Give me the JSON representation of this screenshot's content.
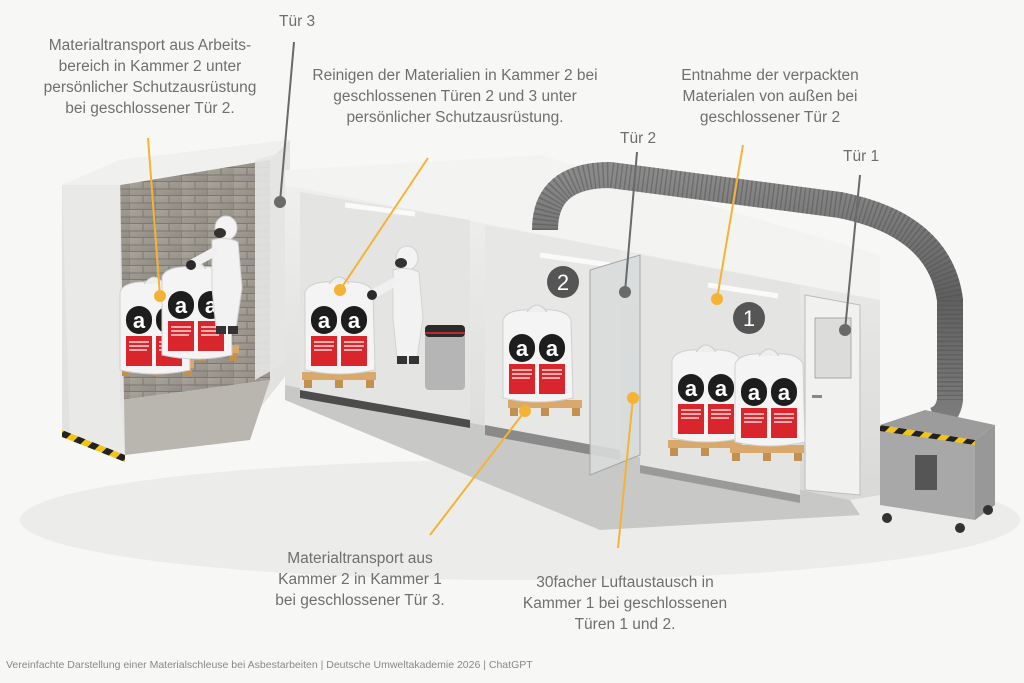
{
  "labels": {
    "top_left": "Materialtransport aus Arbeits-\nbereich in Kammer 2 unter\npersönlicher Schutzausrüstung\nbei geschlossener Tür 2.",
    "top_center": "Reinigen der Materialien in Kammer 2 bei\ngeschlossenen Türen 2 und 3 unter\npersönlicher Schutzausrüstung.",
    "top_right": "Entnahme der verpackten\nMaterialen von außen bei\ngeschlossener Tür 2",
    "bottom_left": "Materialtransport aus\nKammer 2 in Kammer 1\nbei geschlossener Tür 3.",
    "bottom_right": "30facher Luftaustausch in\nKammer 1 bei geschlossenen\nTüren 1 und 2."
  },
  "doors": {
    "door3": "Tür 3",
    "door2": "Tür 2",
    "door1": "Tür 1"
  },
  "chambers": {
    "chamber2_number": "2",
    "chamber1_number": "1"
  },
  "bag_label": "a",
  "footer": "Vereinfachte Darstellung einer Materialschleuse bei Asbestarbeiten | Deutsche Umweltakademie 2026 | ChatGPT",
  "colors": {
    "callout_yellow": "#f5b335",
    "callout_gray": "#6a6a6a",
    "text_gray": "#6f6f6f",
    "bag_red": "#d8262c",
    "number_badge": "#555555"
  }
}
